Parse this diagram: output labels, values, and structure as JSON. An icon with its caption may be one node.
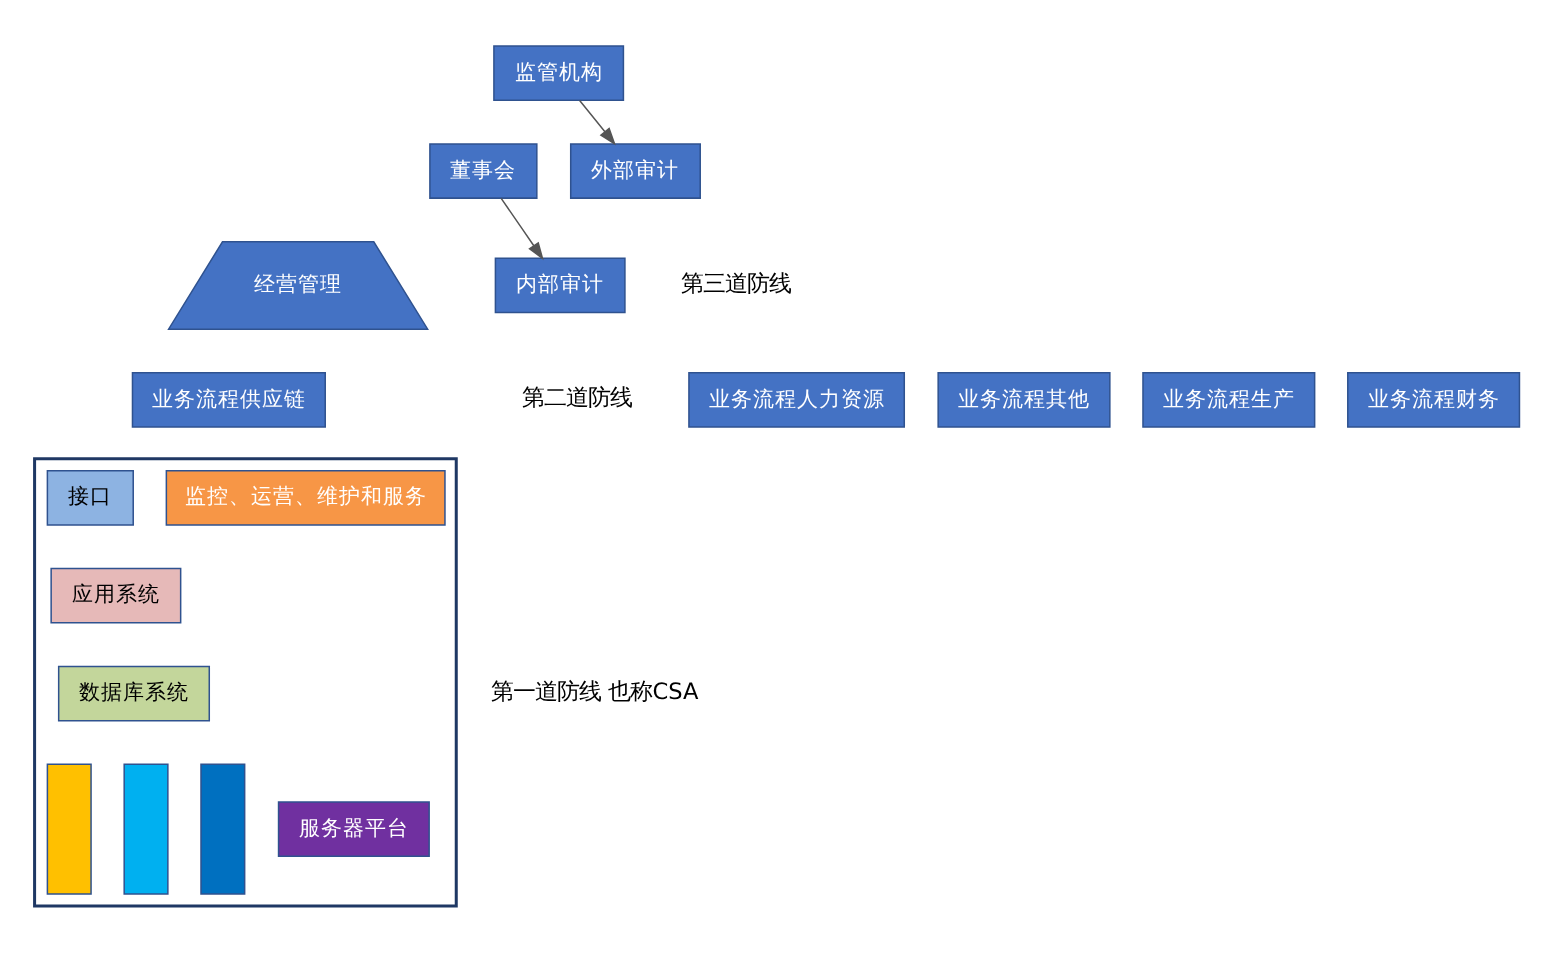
{
  "diagram": {
    "nodes": [
      {
        "text": [
          "监管机构"
        ]
      },
      {
        "text": [
          "董事会"
        ]
      },
      {
        "text": [
          "外部审计"
        ]
      },
      {
        "text": [
          "经营管理"
        ]
      },
      {
        "text": [
          "内部审计"
        ]
      },
      {
        "text": [
          "业务流程财务"
        ]
      },
      {
        "text": [
          "业务流程生产"
        ]
      },
      {
        "text": [
          "业务流程供应链"
        ]
      },
      {
        "text": [
          "业务流程人力资源"
        ]
      },
      {
        "text": [
          "业务流程其他"
        ]
      },
      {
        "text": [],
        "shape": "box"
      },
      {
        "text": [
          "接口"
        ],
        "in": 10
      },
      {
        "text": [
          "应用系统"
        ],
        "in": 10
      },
      {
        "text": [
          "数据库系统"
        ],
        "in": 10
      },
      {
        "text": [],
        "shape": "bar",
        "in": 10
      },
      {
        "text": [],
        "shape": "bar",
        "in": 10
      },
      {
        "text": [],
        "shape": "bar",
        "in": 10
      },
      {
        "text": [
          "服务器平台"
        ],
        "in": 10
      },
      {
        "text": [
          "监控、运营、维护和服务"
        ],
        "in": 10
      }
    ],
    "edges": [
      {
        "from": 0,
        "to": 2,
        "arrow": "to"
      },
      {
        "from": 1,
        "to": 4,
        "arrow": "to"
      }
    ],
    "labels": [
      "第三道防线",
      "第二道防线",
      "第一道防线 也称CSA"
    ]
  }
}
